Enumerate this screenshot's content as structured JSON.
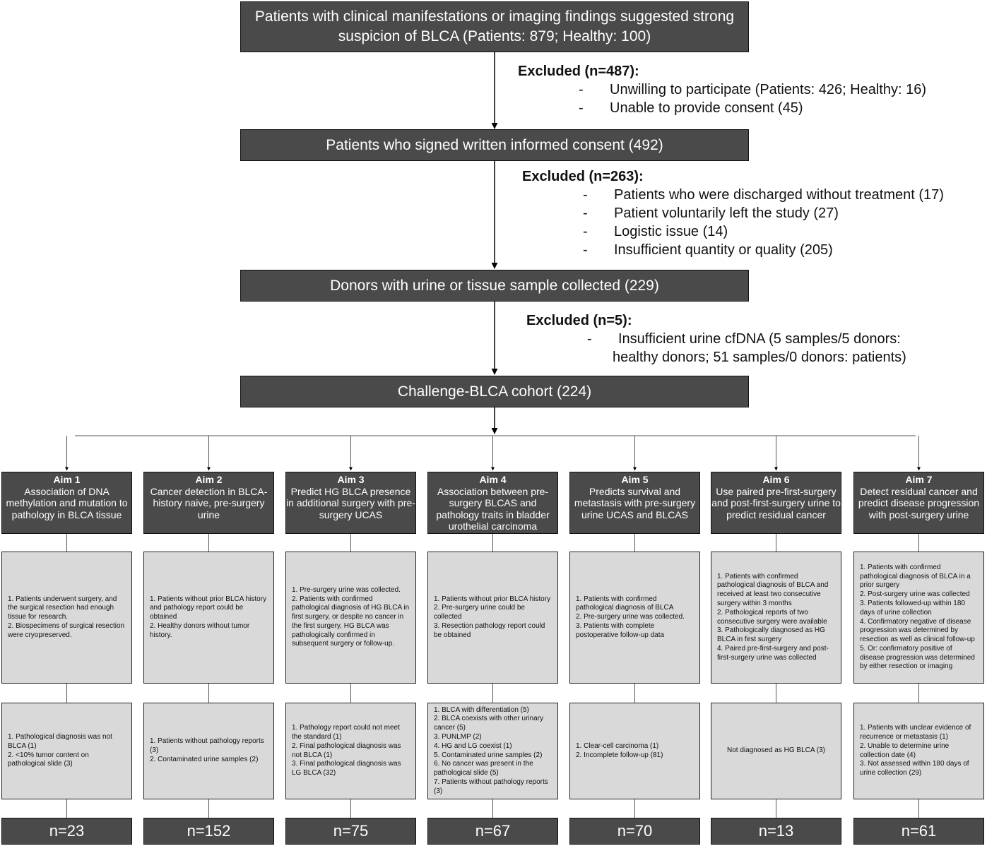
{
  "boxes": {
    "b1": "Patients with clinical manifestations or imaging findings suggested strong suspicion of BLCA (Patients: 879; Healthy: 100)",
    "b2": "Patients who signed written informed consent (492)",
    "b3": "Donors with urine or tissue sample collected (229)",
    "b4": "Challenge-BLCA cohort (224)"
  },
  "exclusions": [
    {
      "title": "Excluded (n=487):",
      "items": [
        "Unwilling to participate (Patients: 426; Healthy: 16)",
        "Unable to provide consent (45)"
      ]
    },
    {
      "title": "Excluded (n=263):",
      "items": [
        "Patients who were discharged without treatment (17)",
        "Patient voluntarily left the study (27)",
        "Logistic issue (14)",
        "Insufficient quantity or quality (205)"
      ]
    },
    {
      "title": "Excluded (n=5):",
      "items": [
        "Insufficient urine cfDNA (5 samples/5 donors:"
      ],
      "continuation": "healthy donors; 51 samples/0 donors: patients)"
    }
  ],
  "aims": [
    {
      "label": "Aim 1",
      "desc": "Association of DNA methylation and mutation to pathology in BLCA tissue",
      "inclusion": "1. Patients underwent surgery, and the surgical resection had enough tissue for research.\n2. Biospecimens of surgical resection were cryopreserved.",
      "exclusion": "1. Pathological diagnosis was not BLCA (1)\n2. <10% tumor content on pathological slide (3)",
      "n": "n=23"
    },
    {
      "label": "Aim 2",
      "desc": "Cancer detection in BLCA-history naive, pre-surgery urine",
      "inclusion": "1.  Patients without prior BLCA history and pathology report could be obtained\n2. Healthy donors without tumor history.",
      "exclusion": "1. Patients without pathology reports (3)\n2. Contaminated urine samples (2)",
      "n": "n=152"
    },
    {
      "label": "Aim 3",
      "desc": "Predict HG BLCA presence in additional surgery with pre-surgery UCAS",
      "inclusion": "1. Pre-surgery urine was collected.\n2. Patients with confirmed pathological diagnosis of HG BLCA in first surgery, or despite no cancer in the first surgery, HG BLCA was pathologically confirmed in subsequent surgery or follow-up.",
      "exclusion": "1. Pathology report could not meet the standard (1)\n2. Final pathological diagnosis was not BLCA (1)\n3. Final pathological diagnosis was LG BLCA (32)",
      "n": "n=75"
    },
    {
      "label": "Aim 4",
      "desc": "Association between pre-surgery BLCAS and pathology traits in bladder urothelial carcinoma",
      "inclusion": "1. Patients without prior BLCA history\n2. Pre-surgery urine could be collected\n3. Resection pathology report could be obtained",
      "exclusion": "1. BLCA with differentiation (5)\n2. BLCA coexists with other urinary cancer (5)\n3. PUNLMP (2)\n4. HG and LG coexist (1)\n5. Contaminated urine samples (2)\n6. No cancer was present in the pathological slide (5)\n7. Patients without pathology reports (3)",
      "n": "n=67"
    },
    {
      "label": "Aim 5",
      "desc": "Predicts survival and metastasis with pre-surgery urine UCAS and BLCAS",
      "inclusion": "1. Patients with confirmed pathological diagnosis of BLCA\n2. Pre-surgery urine was collected.\n3. Patients with complete postoperative follow-up data",
      "exclusion": "1. Clear-cell carcinoma (1)\n2. Incomplete follow-up (81)",
      "n": "n=70"
    },
    {
      "label": "Aim 6",
      "desc": "Use paired pre-first-surgery and post-first-surgery urine to predict residual cancer",
      "inclusion": "1. Patients with confirmed pathological diagnosis of BLCA and received at least two consecutive surgery within 3 months\n2. Pathological reports of two consecutive surgery were available\n3. Pathologically diagnosed as HG BLCA in first surgery\n4. Paired pre-first-surgery and post-first-surgery urine was collected",
      "exclusion": "Not diagnosed as HG BLCA (3)",
      "n": "n=13"
    },
    {
      "label": "Aim 7",
      "desc": "Detect residual cancer and predict disease progression with post-surgery urine",
      "inclusion": "1. Patients with confirmed pathological diagnosis of BLCA in a prior surgery\n2. Post-surgery urine was collected\n3. Patients followed-up within 180 days of urine collection\n4. Confirmatory negative of disease progression was determined by resection as well as clinical follow-up\n5. Or: confirmatory positive of disease progression was determined by either resection or imaging",
      "exclusion": "1. Patients with unclear evidence of recurrence or metastasis (1)\n2. Unable to determine urine collection date (4)\n3. Not assessed within 180 days of urine collection (29)",
      "n": "n=61"
    }
  ]
}
